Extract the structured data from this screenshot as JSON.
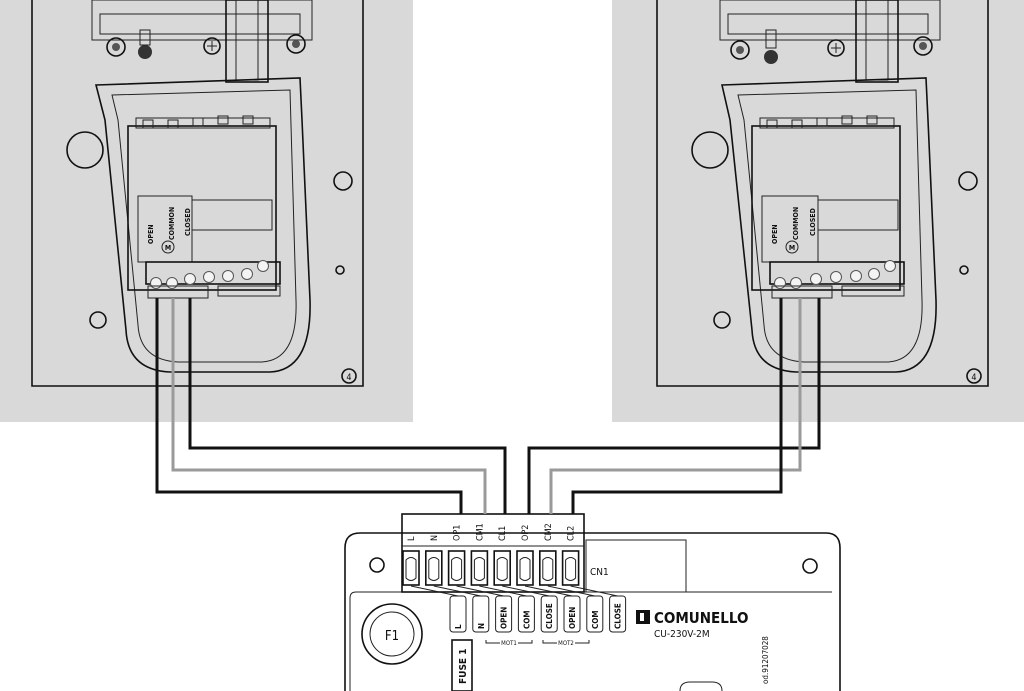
{
  "motor_left": {
    "labels": {
      "open": "OPEN",
      "common": "COMMON",
      "closed": "CLOSED",
      "m": "M",
      "corner": "4"
    }
  },
  "motor_right": {
    "labels": {
      "open": "OPEN",
      "common": "COMMON",
      "closed": "CLOSED",
      "m": "M",
      "corner": "4"
    }
  },
  "terminal_block": {
    "name": "CN1",
    "top_terminals": [
      "L",
      "N",
      "OP1",
      "CM1",
      "CL1",
      "OP2",
      "CM2",
      "CL2"
    ],
    "bottom_labels": [
      "L",
      "N",
      "OPEN",
      "COM",
      "CLOSE",
      "OPEN",
      "COM",
      "CLOSE"
    ],
    "group_labels": [
      "MOT1",
      "MOT2"
    ]
  },
  "board": {
    "brand": "COMUNELLO",
    "model": "CU-230V-2M",
    "code": "od.91207028",
    "fuse_label": "F1",
    "fuse_tag": "FUSE 1"
  },
  "colors": {
    "wire_dark": "#111111",
    "wire_grey": "#9a9a9a",
    "panel_bg": "#d9d9d9"
  }
}
